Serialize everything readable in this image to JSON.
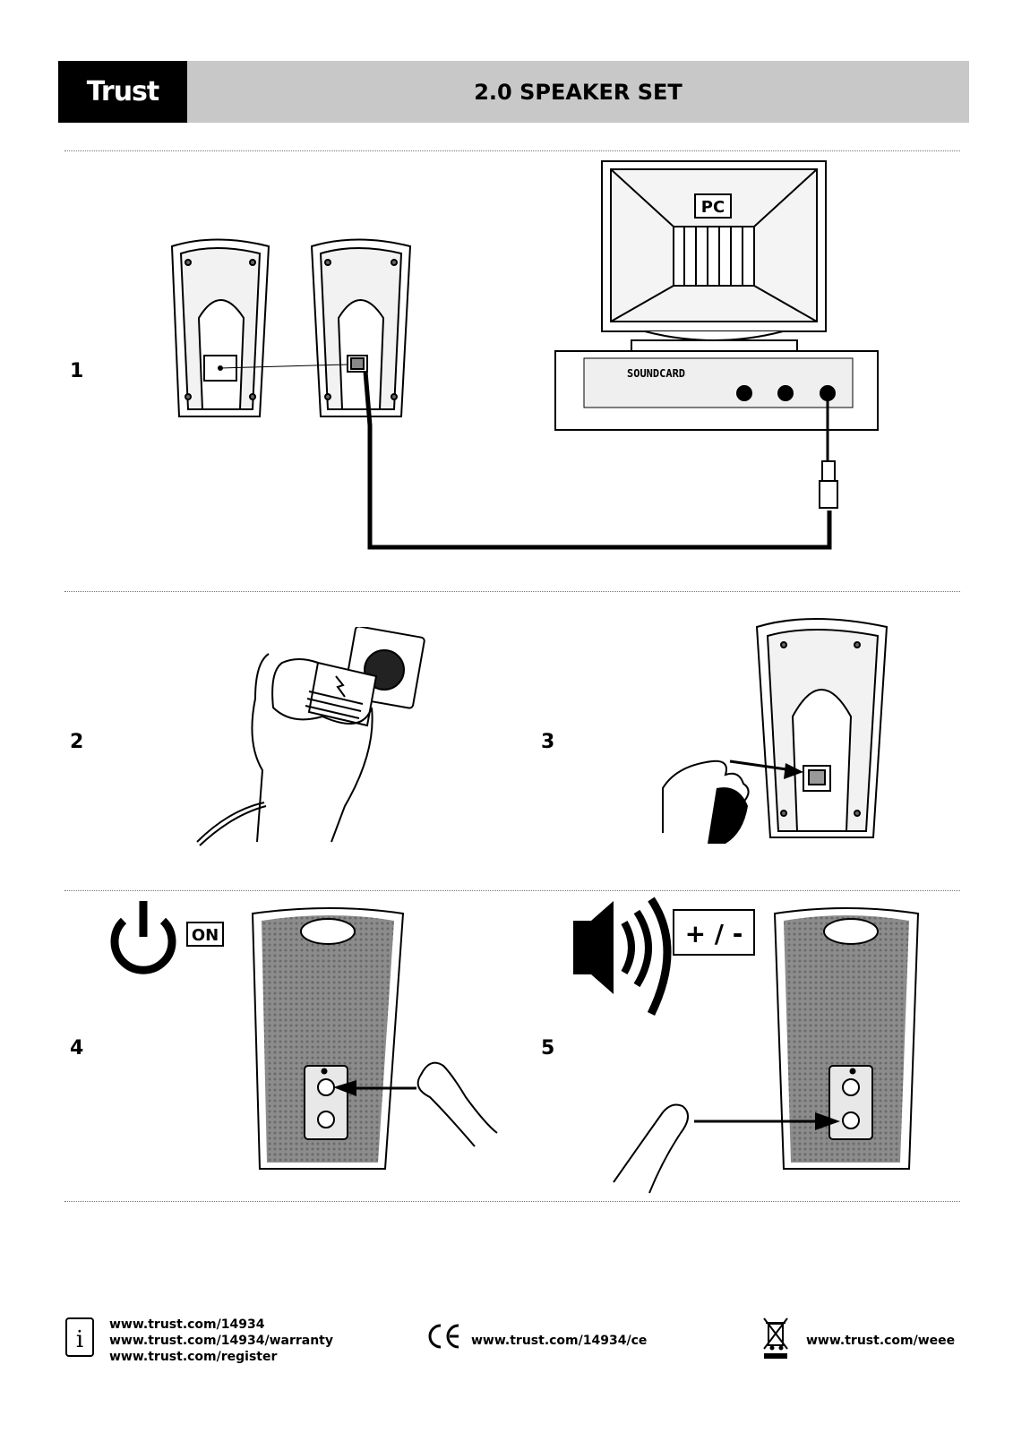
{
  "header": {
    "logo": "Trust",
    "title": "2.0 SPEAKER SET"
  },
  "steps": {
    "s1": "1",
    "s2": "2",
    "s3": "3",
    "s4": "4",
    "s5": "5"
  },
  "figure1": {
    "pc_label": "PC",
    "soundcard_label": "SOUNDCARD"
  },
  "figure4": {
    "on_label": "ON"
  },
  "figure5": {
    "volume_label": "+ / -"
  },
  "footer": {
    "info_links": [
      "www.trust.com/14934",
      "www.trust.com/14934/warranty",
      "www.trust.com/register"
    ],
    "ce_link": "www.trust.com/14934/ce",
    "weee_link": "www.trust.com/weee"
  }
}
